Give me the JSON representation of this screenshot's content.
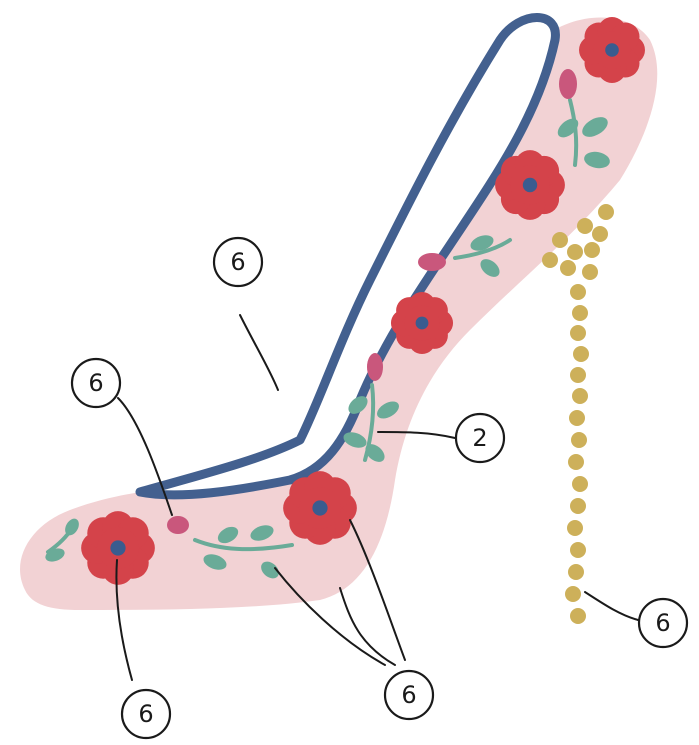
{
  "colors": {
    "shoe_body": "#f2d2d4",
    "outline_blue": "#43608f",
    "flower_red": "#d4434a",
    "flower_center": "#3a5c8f",
    "leaf_teal": "#6aab98",
    "bud_pink": "#c9577c",
    "heel_dots": "#cdb05a",
    "ink": "#1a1a1a"
  },
  "icons": [
    "flower-icon",
    "leaf-icon",
    "bud-icon",
    "heel-dot-icon"
  ],
  "callouts": [
    {
      "id": "top-left",
      "text": "6"
    },
    {
      "id": "mid-left",
      "text": "6"
    },
    {
      "id": "stem",
      "text": "2"
    },
    {
      "id": "heel",
      "text": "6"
    },
    {
      "id": "bottom-center",
      "text": "6"
    },
    {
      "id": "bottom-left",
      "text": "6"
    }
  ]
}
